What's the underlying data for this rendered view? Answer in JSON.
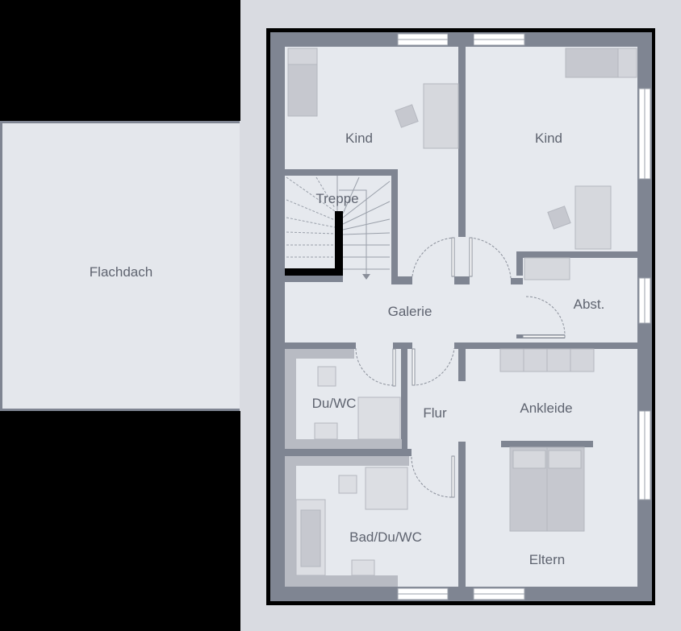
{
  "colors": {
    "background": "#000000",
    "site": "#d9dbe1",
    "floor": "#e6e9ee",
    "wall": "#7f8592",
    "furniture": "#c6c8cf",
    "outline": "#000000"
  },
  "rooms": {
    "flachdach": "Flachdach",
    "kind_left": "Kind",
    "kind_right": "Kind",
    "treppe": "Treppe",
    "galerie": "Galerie",
    "abst": "Abst.",
    "du_wc": "Du/WC",
    "flur": "Flur",
    "ankleide": "Ankleide",
    "bad": "Bad/Du/WC",
    "eltern": "Eltern"
  }
}
